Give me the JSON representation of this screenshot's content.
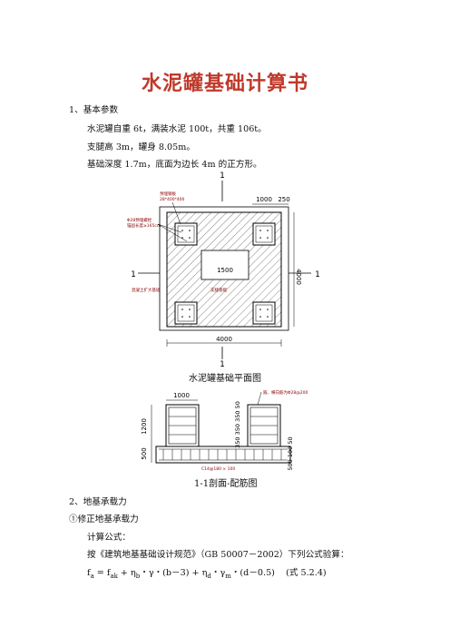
{
  "title": "水泥罐基础计算书",
  "section1": {
    "heading": "1、基本参数",
    "p1": "水泥罐自重 6t，满装水泥 100t，共重 106t。",
    "p2": "支腿高 3m，罐身 8.05m。",
    "p3": "基础深度 1.7m，底面为边长 4m 的正方形。"
  },
  "plan": {
    "caption": "水泥罐基础平面图",
    "section_mark": "1",
    "dim_1000": "1000",
    "dim_250": "250",
    "dim_1500": "1500",
    "dim_4000_h": "4000",
    "dim_4000_v": "4000",
    "label_embed": "预埋钢板",
    "label_embed_size": "28*400*400",
    "label_bolt": "Φ28预埋螺栓",
    "label_bolt_len": "锚固长度≥165cm",
    "label_cap": "混凝土扩大基础",
    "label_pier": "支腿基础"
  },
  "section": {
    "caption": "1-1剖面-配筋图",
    "dim_1000": "1000",
    "dim_1200": "1200",
    "dim_500": "500",
    "dim_stack": "350 350 350 50",
    "dim_right_bottom": "500 100 50",
    "label_rebar_top": "箍、横向筋为Φ28@200",
    "label_rebar_bottom": "C14@180 × 100"
  },
  "section2": {
    "heading": "2、地基承载力",
    "sub": "①修正地基承载力",
    "formula_label": "计算公式：",
    "code_ref": "按《建筑地基基础设计规范》（GB 50007－2002）下列公式验算：",
    "formula_lhs": "f",
    "formula_lhs_sub": "a",
    "formula_eq": " = f",
    "formula_ak_sub": "ak",
    "formula_rest": " + η",
    "formula_b_sub": "b",
    "formula_mid": "・γ・(b－3) + η",
    "formula_d_sub": "d",
    "formula_gm": "・γ",
    "formula_m_sub": "m",
    "formula_tail": "・(d－0.5)",
    "formula_ref": "(式 5.2.4)"
  }
}
